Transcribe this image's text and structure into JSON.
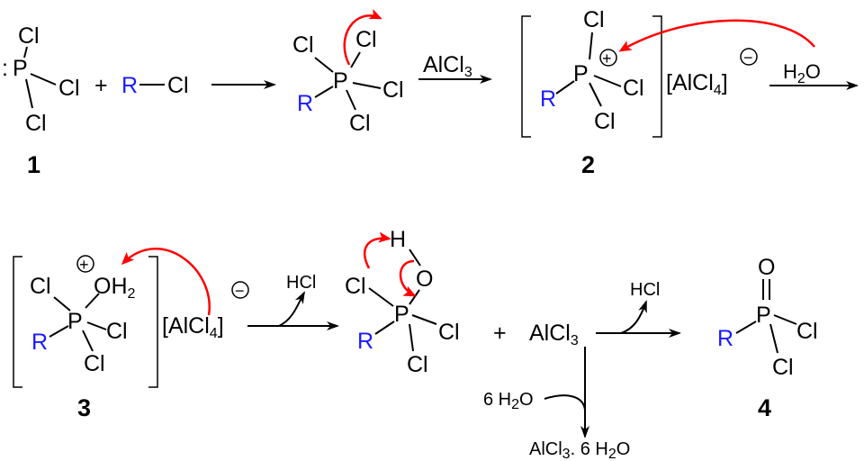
{
  "atoms": {
    "P": "P",
    "Cl": "Cl",
    "R": "R",
    "O": "O",
    "H": "H",
    "OH2": "OH",
    "two": "2"
  },
  "reagents": {
    "plus": "+",
    "lone_pair": ":",
    "alcl3": "AlCl",
    "sub3": "3",
    "alcl4": "[AlCl",
    "sub4": "4",
    "bracket_close": "]",
    "h2o_h": "H",
    "h2o_o": "O",
    "hcl": "HCl",
    "six_h2o": "6 H",
    "hydrate_a": "AlCl",
    "hydrate_b": ". 6 H",
    "plus_charge": "+",
    "minus_charge": "−"
  },
  "labels": {
    "c1": "1",
    "c2": "2",
    "c3": "3",
    "c4": "4"
  },
  "colors": {
    "R": "#1a1aff",
    "electron_arrow": "#ff0000"
  }
}
